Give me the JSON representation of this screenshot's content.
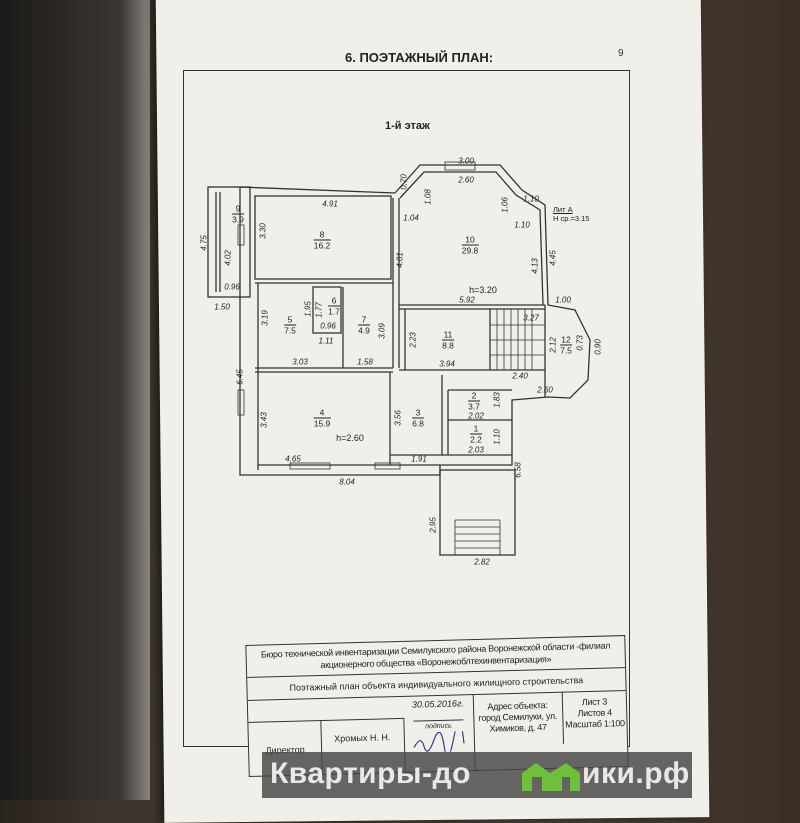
{
  "document": {
    "section_title": "6. ПОЭТАЖНЫЙ ПЛАН:",
    "page_number": "9",
    "floor_label": "1-й этаж",
    "lit": {
      "line1": "Лит А",
      "line2": "H ср.=3.15"
    }
  },
  "rooms": [
    {
      "num": "1",
      "area": "2.2"
    },
    {
      "num": "2",
      "area": "3.7"
    },
    {
      "num": "3",
      "area": "6.8"
    },
    {
      "num": "4",
      "area": "15.9"
    },
    {
      "num": "5",
      "area": "7.5"
    },
    {
      "num": "6",
      "area": "1.7"
    },
    {
      "num": "7",
      "area": "4.9"
    },
    {
      "num": "8",
      "area": "16.2"
    },
    {
      "num": "9",
      "area": "3.9"
    },
    {
      "num": "10",
      "area": "29.8"
    },
    {
      "num": "11",
      "area": "8.8"
    },
    {
      "num": "12",
      "area": "7.5"
    }
  ],
  "heights": {
    "h1": "h=3.20",
    "h2": "h=2.60"
  },
  "dimensions": [
    "3.00",
    "2.60",
    "0.70",
    "1.08",
    "1.06",
    "1.10",
    "1.10",
    "1.04",
    "4.91",
    "4.75",
    "4.02",
    "3.30",
    "0.96",
    "1.50",
    "4.01",
    "4.13",
    "4.45",
    "5.92",
    "1.00",
    "3.27",
    "2.12",
    "0.73",
    "0.90",
    "2.40",
    "2.60",
    "1.95",
    "1.77",
    "0.96",
    "1.11",
    "3.19",
    "3.09",
    "2.23",
    "3.03",
    "1.58",
    "3.94",
    "6.45",
    "3.43",
    "3.56",
    "1.83",
    "2.02",
    "1.10",
    "2.03",
    "6.58",
    "4.65",
    "1.91",
    "8.04",
    "2.95",
    "2.82"
  ],
  "stamp": {
    "org_line1": "Бюро технической инвентаризации Семилукского района Воронежской области -филиал",
    "org_line2": "акционерного общества «Воронежоблтехинвентаризация»",
    "doc_title": "Поэтажный план объекта индивидуального жилищного строительства",
    "position": "Директор",
    "name": "Хромых Н. Н.",
    "date": "30.05.2016г.",
    "signature_label": "подпись",
    "address_line1": "Адрес объекта:",
    "address_line2": "город Семилуки, ул.",
    "address_line3": "Химиков, д. 47",
    "sheet": "Лист 3",
    "sheets": "Листов 4",
    "scale": "Масштаб 1:100"
  },
  "watermark": {
    "text_left": "Квартиры-до",
    "text_right": "ики.рф",
    "accent": "#6fbf3a"
  }
}
